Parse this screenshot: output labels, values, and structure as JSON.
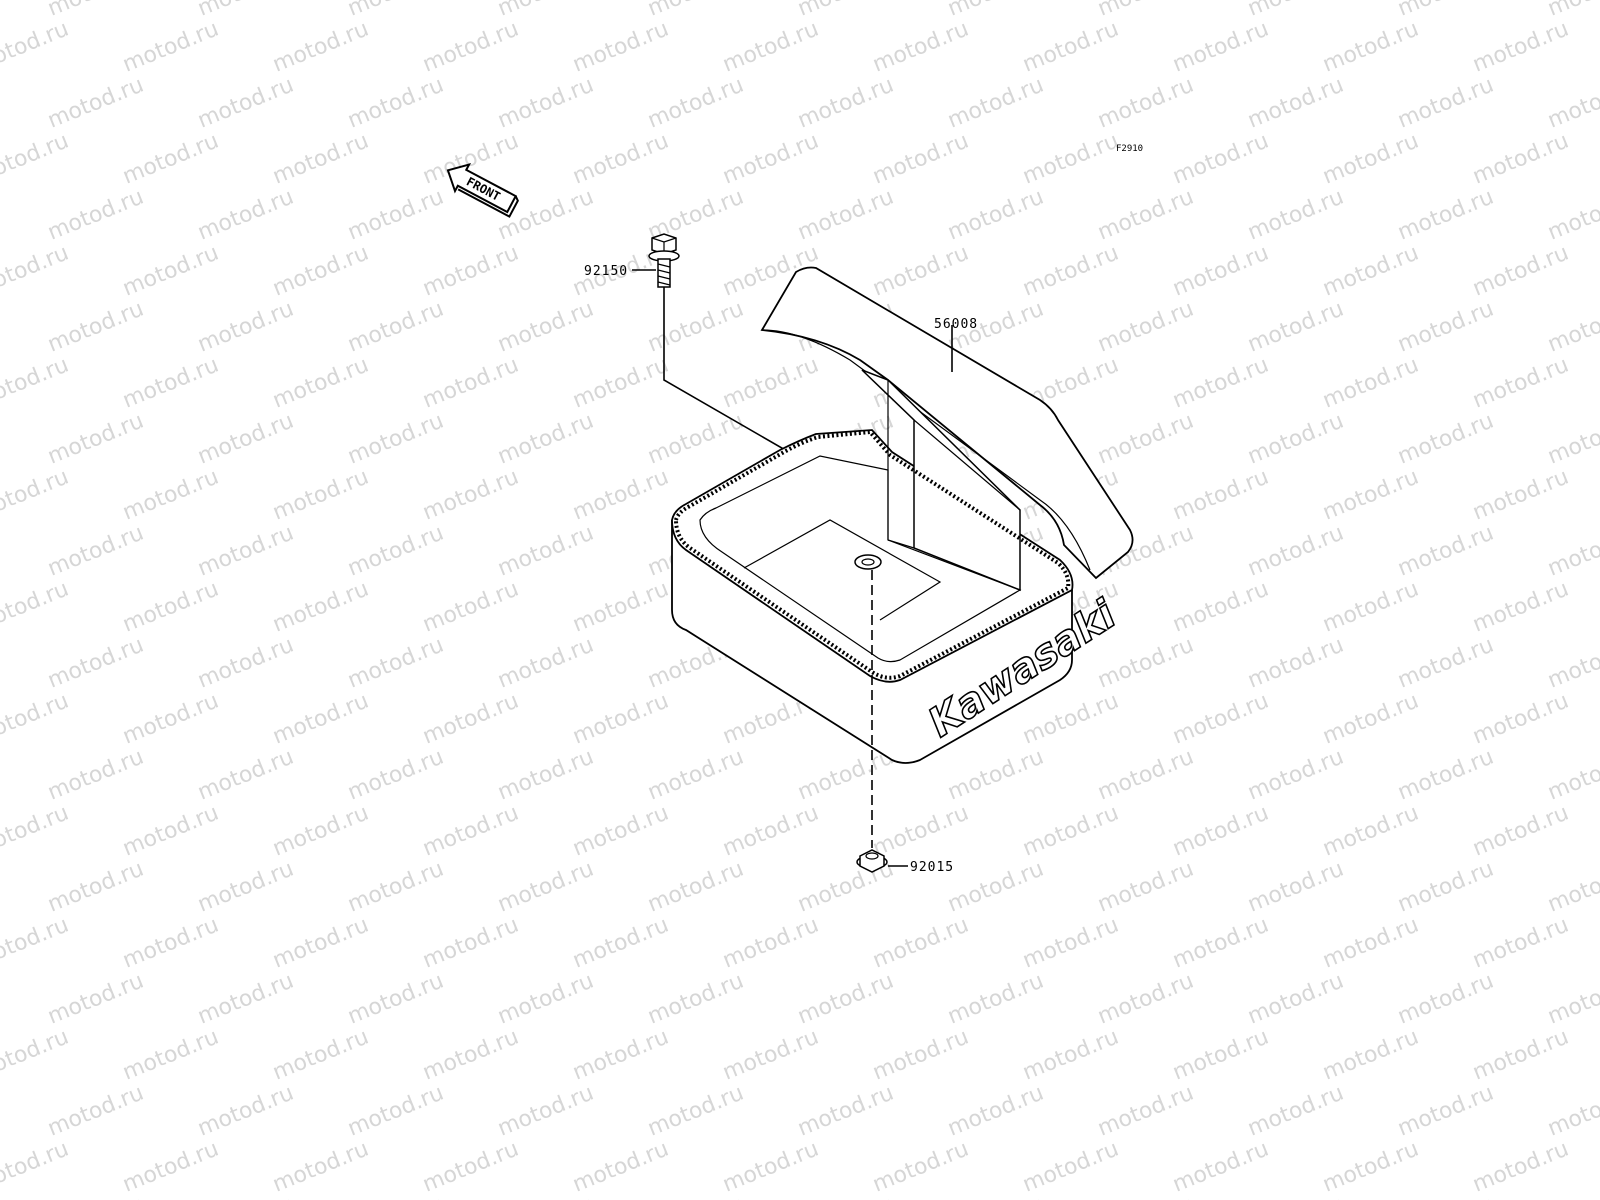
{
  "watermark": {
    "text": "motod.ru"
  },
  "diagram": {
    "figure_code": "F2910",
    "front_label": "FRONT",
    "brand_logo": "Kawasaki",
    "parts": [
      {
        "number": "92150"
      },
      {
        "number": "56008"
      },
      {
        "number": "92015"
      }
    ]
  }
}
